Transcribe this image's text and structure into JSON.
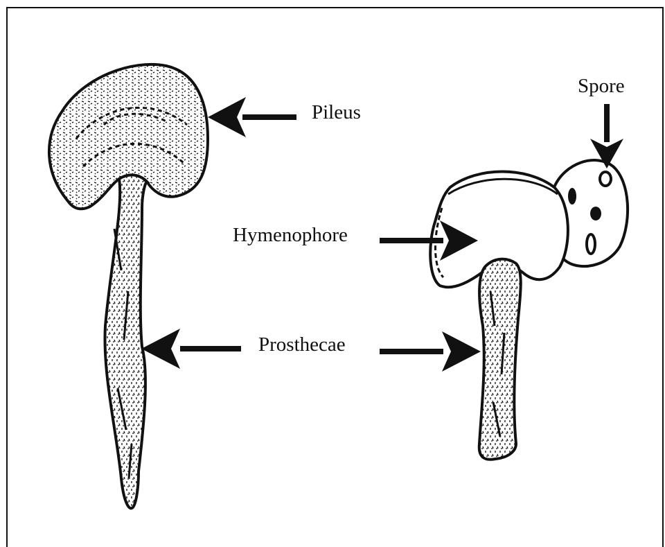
{
  "labels": {
    "pileus": "Pileus",
    "spore": "Spore",
    "hymenophore": "Hymenophore",
    "prosthecae": "Prosthecae"
  },
  "colors": {
    "ink": "#111111",
    "background": "#ffffff"
  }
}
